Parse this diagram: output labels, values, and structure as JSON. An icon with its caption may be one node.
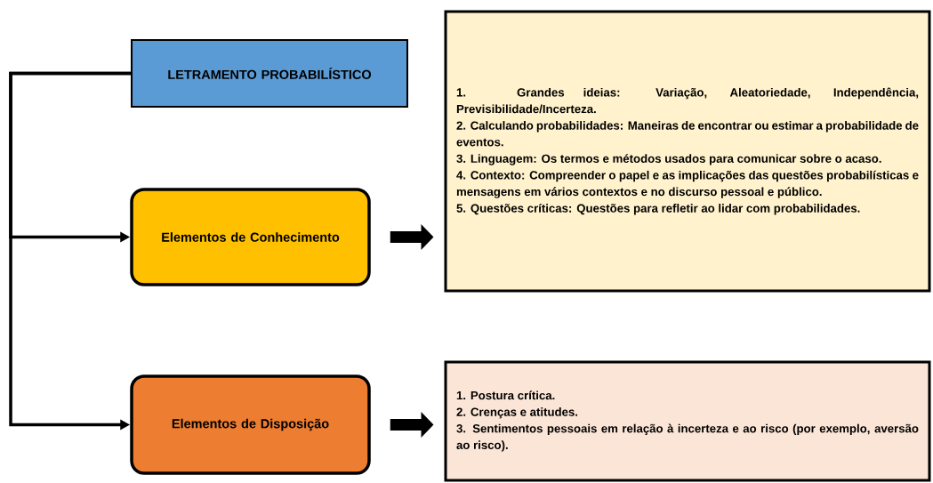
{
  "diagram": {
    "nodes": [
      {
        "text": [
          "LETRAMENTO PROBABILÍSTICO"
        ]
      },
      {
        "text": [
          "Elementos de Conhecimento"
        ]
      },
      {
        "text": [
          "Elementos de Disposição"
        ]
      },
      {
        "text": [
          "1. Grandes ideias: Variação, Aleatoriedade, Independência, Previsibilidade/Incerteza.",
          "2. Calculando probabilidades: Maneiras de encontrar ou estimar a probabilidade de eventos.",
          "3. Linguagem: Os termos e métodos usados para comunicar sobre o acaso.",
          "4. Contexto: Compreender o papel e as implicações das questões probabilísticas e mensagens em vários contextos e no discurso pessoal e público.",
          "5. Questões críticas: Questões para refletir ao lidar com probabilidades."
        ]
      },
      {
        "text": [
          "1. Postura crítica.",
          "2. Crenças e atitudes.",
          "3. Sentimentos pessoais em relação à incerteza e ao risco (por exemplo, aversão ao risco)."
        ]
      }
    ],
    "edges": [
      {
        "from": 0,
        "to": 1,
        "arrow": "to"
      },
      {
        "from": 0,
        "to": 2,
        "arrow": "to"
      },
      {
        "from": 1,
        "to": 3,
        "arrow": "to",
        "style": "thick"
      },
      {
        "from": 2,
        "to": 4,
        "arrow": "to",
        "style": "thick"
      }
    ]
  }
}
